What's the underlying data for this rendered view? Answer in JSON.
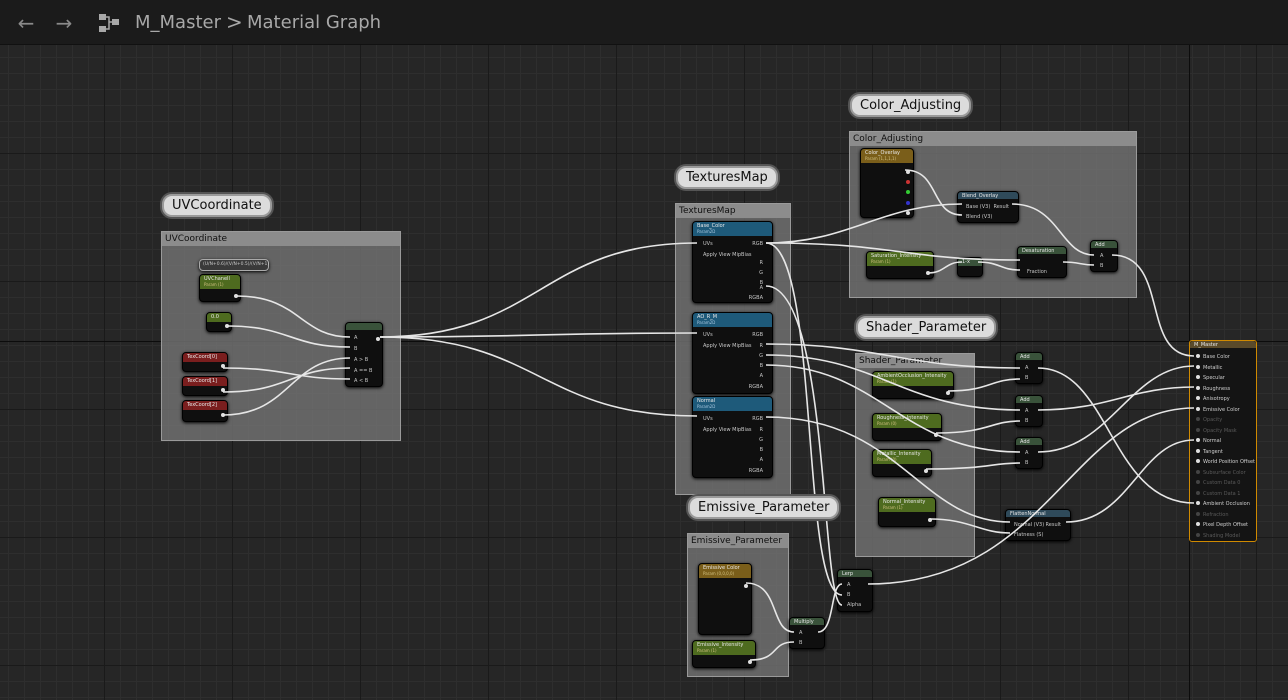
{
  "toolbar": {
    "back_icon": "arrow-left-icon",
    "forward_icon": "arrow-right-icon",
    "graph_icon": "graph-hierarchy-icon",
    "breadcrumb_root": "M_Master",
    "breadcrumb_separator": ">",
    "breadcrumb_leaf": "Material Graph"
  },
  "comments": {
    "uv": "UVCoordinate",
    "textures": "TexturesMap",
    "color": "Color_Adjusting",
    "shader": "Shader_Parameter",
    "emissive": "Emissive_Parameter"
  },
  "colors": {
    "param_green": "#4e6b1f",
    "texture_blue": "#1e5a7a",
    "texcoord_red": "#7a1e1e",
    "vector_gold": "#7a5e1a",
    "math_green": "#39523a",
    "output_border": "#d08a00",
    "grid_bg": "#262626"
  },
  "nodes": {
    "uv_group": {
      "expr": "(U/N+0.6)/(V/N+0.5)/(V/N+1)",
      "uv_channel": "UVChanell",
      "uv_channel_sub": "Param (1)",
      "const": "0.0",
      "texcoord0": "TexCoord[0]",
      "texcoord1": "TexCoord[1]",
      "texcoord2": "TexCoord[2]",
      "switch_pins": [
        "A",
        "B",
        "A > B",
        "A == B",
        "A < B"
      ]
    },
    "base_color": {
      "title": "Base_Color",
      "sub": "Param2D",
      "pins_in": [
        "UVs",
        "Apply View MipBias"
      ],
      "pins_out": [
        "RGB",
        "R",
        "G",
        "B",
        "A",
        "RGBA"
      ]
    },
    "arm": {
      "title": "AO_R_M",
      "sub": "Param2D",
      "pins_in": [
        "UVs",
        "Apply View MipBias"
      ],
      "pins_out": [
        "RGB",
        "R",
        "G",
        "B",
        "A",
        "RGBA"
      ]
    },
    "normal": {
      "title": "Normal",
      "sub": "Param2D",
      "pins_in": [
        "UVs",
        "Apply View MipBias"
      ],
      "pins_out": [
        "RGB",
        "R",
        "G",
        "B",
        "A",
        "RGBA"
      ]
    },
    "color_overlay": {
      "title": "Color_Overlay",
      "sub": "Param (1,1,1,1)"
    },
    "blend_overlay": {
      "title": "Blend_Overlay",
      "pins_in": [
        "Base (V3)",
        "Blend (V3)"
      ],
      "pin_out": "Result"
    },
    "saturation": {
      "title": "Saturation_Intensity",
      "sub": "Param (1)"
    },
    "one_minus": {
      "title": "1-x"
    },
    "desaturation": {
      "title": "Desaturation",
      "pins_in": [
        "",
        "Fraction"
      ]
    },
    "add_color": {
      "title": "Add",
      "pins": [
        "A",
        "B"
      ]
    },
    "ao_intensity": {
      "title": "AmbientOcclusion_Intensity",
      "sub": "Param (1)"
    },
    "roughness_intensity": {
      "title": "Roughness_Intensity",
      "sub": "Param (0)"
    },
    "metallic_intensity": {
      "title": "Metallic_Intensity",
      "sub": "Param (0)"
    },
    "normal_intensity": {
      "title": "Normal_Intensity",
      "sub": "Param (1)"
    },
    "add1": {
      "title": "Add",
      "pins": [
        "A",
        "B"
      ]
    },
    "add2": {
      "title": "Add",
      "pins": [
        "A",
        "B"
      ]
    },
    "add3": {
      "title": "Add",
      "pins": [
        "A",
        "B"
      ]
    },
    "flatten_normal": {
      "title": "FlattenNormal",
      "pins_in": [
        "Normal (V3)",
        "Flatness (S)"
      ],
      "pin_out": "Result"
    },
    "emissive_color": {
      "title": "Emissive Color",
      "sub": "Param (0,0,0,0)"
    },
    "emissive_intensity": {
      "title": "Emissive_Intensity",
      "sub": "Param (1)"
    },
    "multiply": {
      "title": "Multiply",
      "pins": [
        "A",
        "B"
      ]
    },
    "lerp": {
      "title": "Lerp",
      "pins": [
        "A",
        "B",
        "Alpha"
      ]
    }
  },
  "output": {
    "title": "M_Master",
    "pins": [
      {
        "label": "Base Color",
        "active": true
      },
      {
        "label": "Metallic",
        "active": true
      },
      {
        "label": "Specular",
        "active": true
      },
      {
        "label": "Roughness",
        "active": true
      },
      {
        "label": "Anisotropy",
        "active": true
      },
      {
        "label": "Emissive Color",
        "active": true
      },
      {
        "label": "Opacity",
        "active": false
      },
      {
        "label": "Opacity Mask",
        "active": false
      },
      {
        "label": "Normal",
        "active": true
      },
      {
        "label": "Tangent",
        "active": true
      },
      {
        "label": "World Position Offset",
        "active": true
      },
      {
        "label": "Subsurface Color",
        "active": false
      },
      {
        "label": "Custom Data 0",
        "active": false
      },
      {
        "label": "Custom Data 1",
        "active": false
      },
      {
        "label": "Ambient Occlusion",
        "active": true
      },
      {
        "label": "Refraction",
        "active": false
      },
      {
        "label": "Pixel Depth Offset",
        "active": true
      },
      {
        "label": "Shading Model",
        "active": false
      }
    ]
  }
}
